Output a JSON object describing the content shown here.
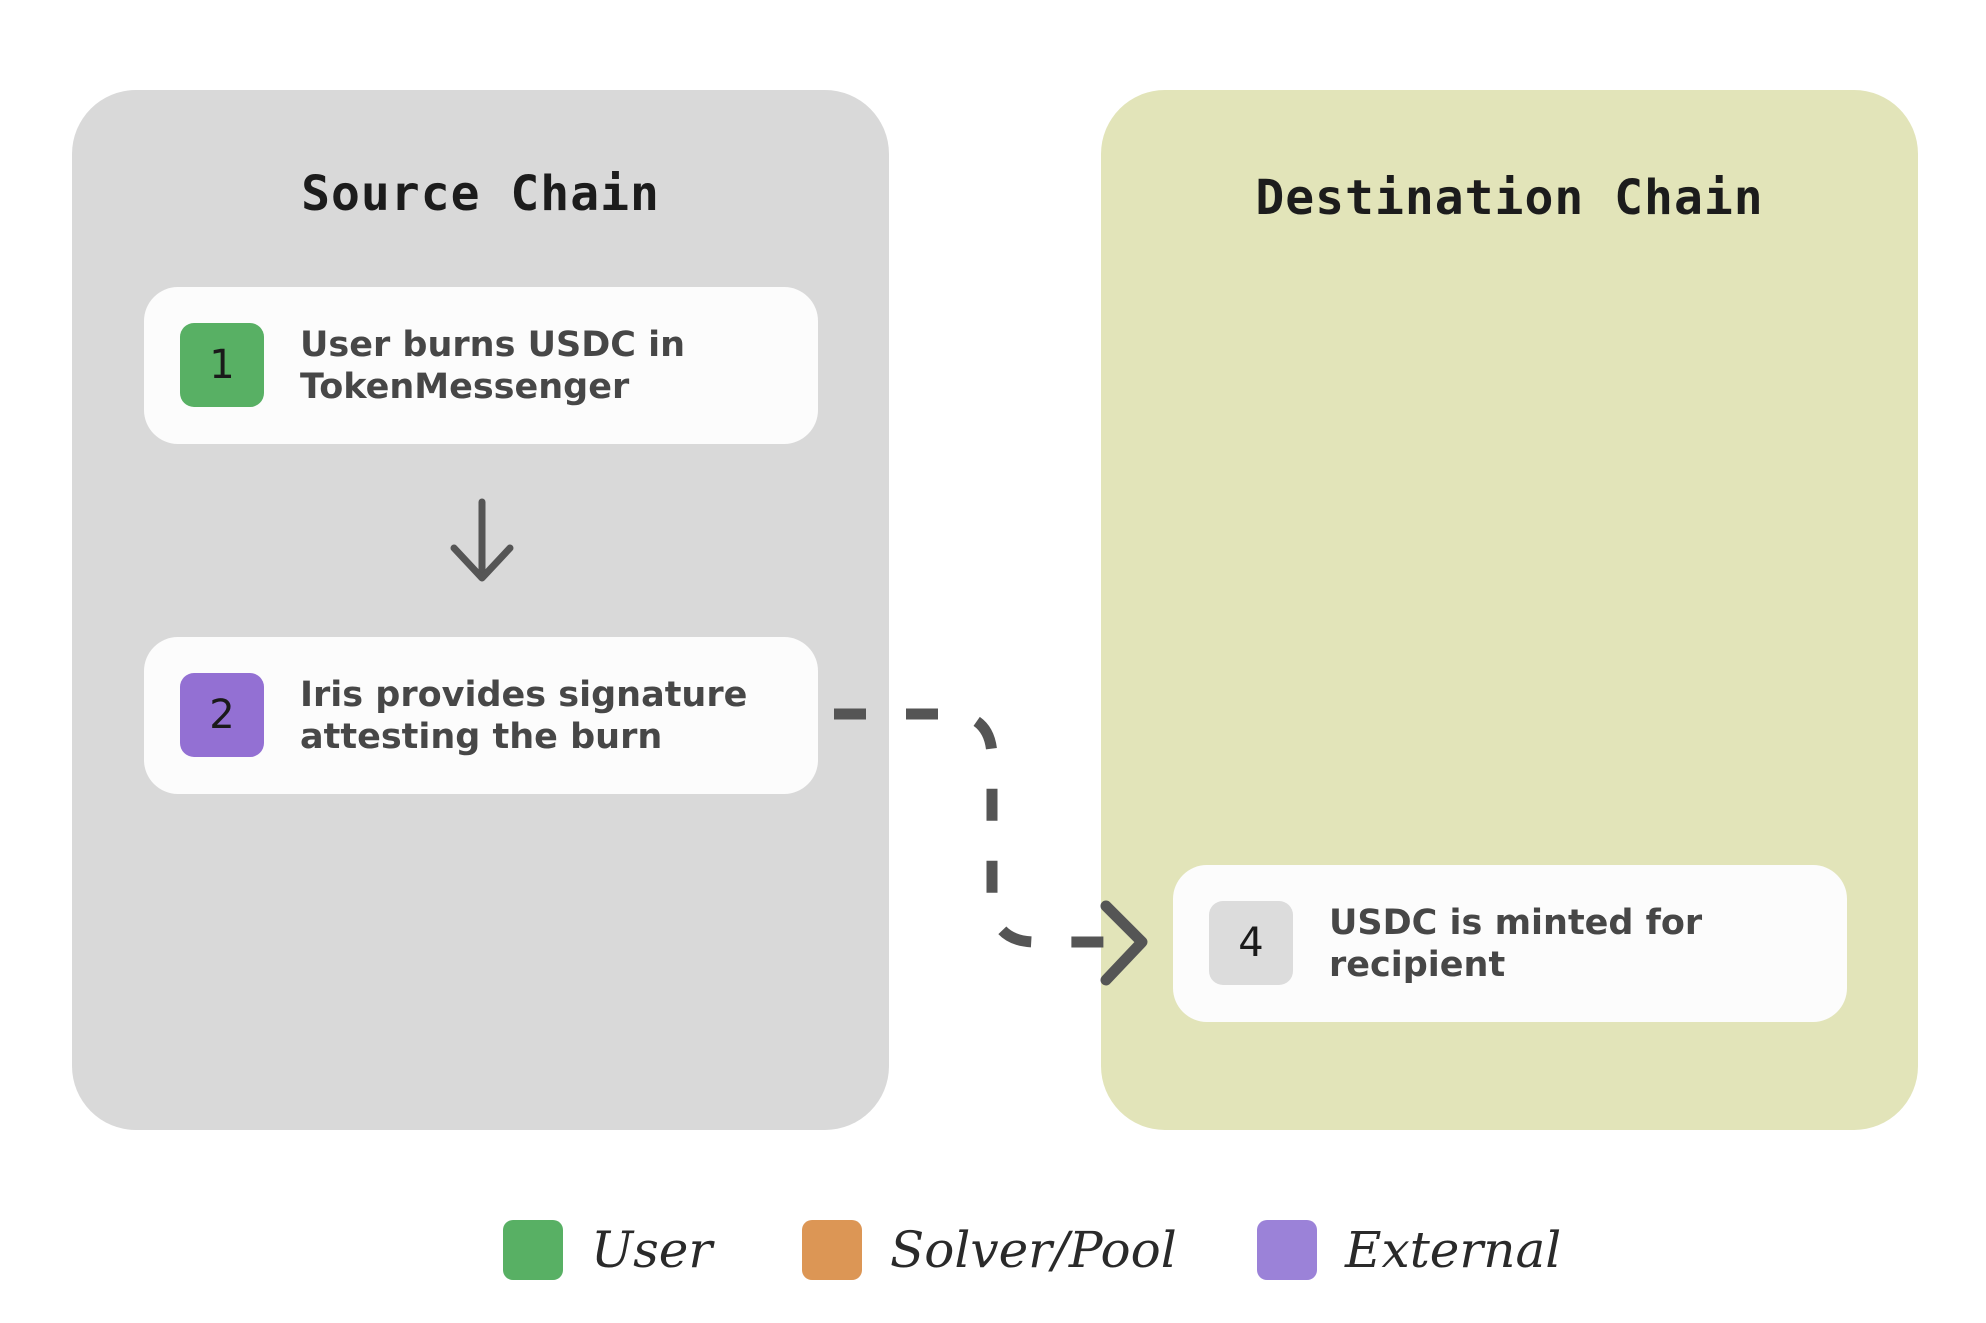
{
  "panels": {
    "source": {
      "title": "Source Chain"
    },
    "destination": {
      "title": "Destination Chain"
    }
  },
  "steps": [
    {
      "number": "1",
      "text": "User burns USDC in TokenMessenger",
      "role": "User"
    },
    {
      "number": "2",
      "text": "Iris provides signature attesting the burn",
      "role": "External"
    },
    {
      "number": "4",
      "text": "USDC is minted for recipient",
      "role": "none"
    }
  ],
  "legend": [
    {
      "label": "User",
      "color": "#58b064"
    },
    {
      "label": "Solver/Pool",
      "color": "#dc9655"
    },
    {
      "label": "External",
      "color": "#9b82d8"
    }
  ],
  "colors": {
    "source_panel": "#d9d9d9",
    "destination_panel": "#e2e4b9",
    "badge_user": "#58b064",
    "badge_external": "#9370d3",
    "badge_neutral": "#dcdcdc",
    "arrow": "#555555"
  }
}
